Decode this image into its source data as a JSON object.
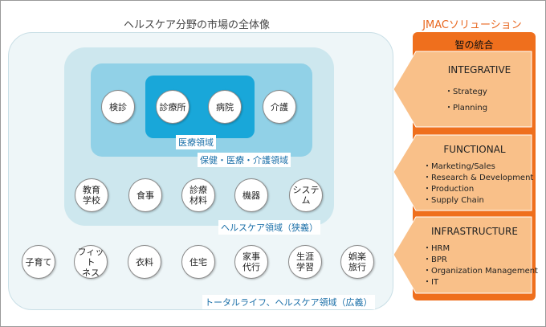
{
  "diagram": {
    "title": "ヘルスケア分野の市場の全体像",
    "inner_core": {
      "label": "医療領域",
      "items": [
        "診療所",
        "病院"
      ]
    },
    "hmc": {
      "label": "保健・医療・介護領域",
      "items": [
        "検診",
        "介護"
      ]
    },
    "narrow": {
      "label": "ヘルスケア領域（狭義）",
      "items": [
        "教育\n学校",
        "食事",
        "診療\n材料",
        "機器",
        "システム"
      ]
    },
    "broad": {
      "label": "トータルライフ、ヘルスケア領域（広義）",
      "items": [
        "子育て",
        "フィット\nネス",
        "衣料",
        "住宅",
        "家事\n代行",
        "生涯\n学習",
        "娯楽\n旅行"
      ]
    }
  },
  "solutions": {
    "title": "JMACソリューション",
    "header": "智の統合",
    "blocks": [
      {
        "title": "INTEGRATIVE",
        "items": [
          "・Strategy",
          "・Planning"
        ]
      },
      {
        "title": "FUNCTIONAL",
        "items": [
          "・Marketing/Sales",
          "・Research & Development",
          "・Production",
          "・Supply Chain"
        ]
      },
      {
        "title": "INFRASTRUCTURE",
        "items": [
          "・HRM",
          "・BPR",
          "・Organization Management",
          "・IT"
        ]
      }
    ]
  },
  "colors": {
    "orange": "#ef6f1d",
    "block_fill": "#f9c089",
    "deep_blue": "#19a7d9",
    "mid_blue": "#91d1e7",
    "light_blue": "#cde7ee",
    "pale_blue": "#eef6f8",
    "label_blue": "#1a6fa8"
  }
}
